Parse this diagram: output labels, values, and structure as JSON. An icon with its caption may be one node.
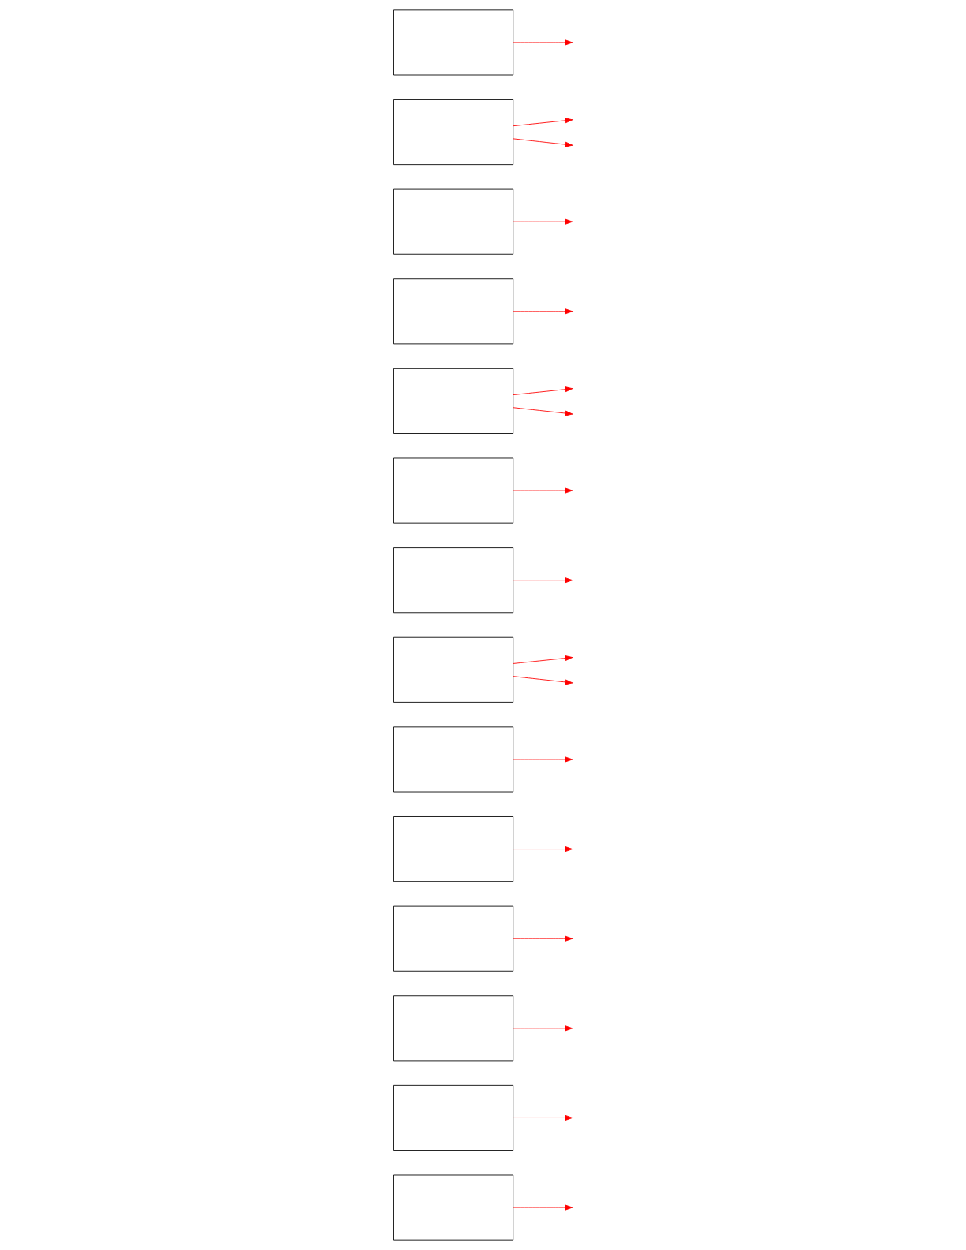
{
  "diagram": {
    "nodes": [
      {
        "text": [],
        "shape": "box"
      },
      {
        "text": [],
        "shape": "box"
      },
      {
        "text": [],
        "shape": "box"
      },
      {
        "text": [],
        "shape": "box"
      },
      {
        "text": [],
        "shape": "box"
      },
      {
        "text": [],
        "shape": "box"
      },
      {
        "text": [],
        "shape": "box"
      },
      {
        "text": [],
        "shape": "box"
      },
      {
        "text": [],
        "shape": "box"
      },
      {
        "text": [],
        "shape": "box"
      },
      {
        "text": [],
        "shape": "box"
      },
      {
        "text": [],
        "shape": "box"
      },
      {
        "text": [],
        "shape": "box"
      },
      {
        "text": [],
        "shape": "box"
      }
    ],
    "edges": [
      {
        "from": 0,
        "to": null,
        "arrow": "to"
      },
      {
        "from": 1,
        "to": null,
        "arrow": "to"
      },
      {
        "from": 2,
        "to": null,
        "arrow": "to"
      },
      {
        "from": 3,
        "to": null,
        "arrow": "to"
      },
      {
        "from": 4,
        "to": null,
        "arrow": "to"
      },
      {
        "from": 5,
        "to": null,
        "arrow": "to"
      },
      {
        "from": 6,
        "to": null,
        "arrow": "to"
      },
      {
        "from": 6,
        "to": null,
        "arrow": "to"
      },
      {
        "from": 7,
        "to": null,
        "arrow": "to"
      },
      {
        "from": 8,
        "to": null,
        "arrow": "to"
      },
      {
        "from": 9,
        "to": null,
        "arrow": "to"
      },
      {
        "from": 9,
        "to": null,
        "arrow": "to"
      },
      {
        "from": 10,
        "to": null,
        "arrow": "to"
      },
      {
        "from": 11,
        "to": null,
        "arrow": "to"
      },
      {
        "from": 12,
        "to": null,
        "arrow": "to"
      },
      {
        "from": 12,
        "to": null,
        "arrow": "to"
      },
      {
        "from": 13,
        "to": null,
        "arrow": "to"
      }
    ]
  }
}
